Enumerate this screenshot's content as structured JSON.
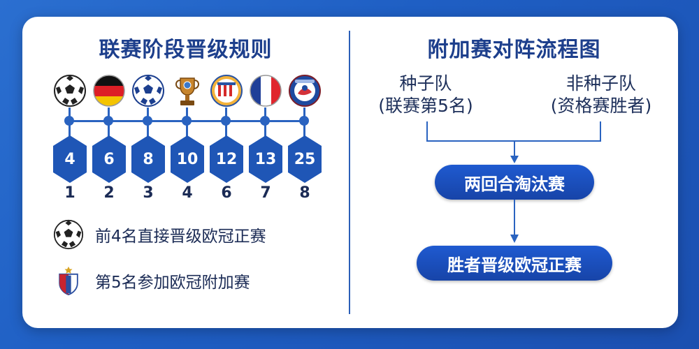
{
  "left_panel": {
    "title": "联赛阶段晋级规则",
    "timeline": [
      {
        "emblem": "soccer-ball-icon",
        "points": "4",
        "rank": "1"
      },
      {
        "emblem": "german-flag-icon",
        "points": "6",
        "rank": "2"
      },
      {
        "emblem": "soccer-ball-blue-icon",
        "points": "8",
        "rank": "3"
      },
      {
        "emblem": "trophy-icon",
        "points": "10",
        "rank": "4"
      },
      {
        "emblem": "striped-club-crest-icon",
        "points": "12",
        "rank": "6"
      },
      {
        "emblem": "french-flag-icon",
        "points": "13",
        "rank": "7"
      },
      {
        "emblem": "blue-club-crest-icon",
        "points": "25",
        "rank": "8"
      }
    ],
    "legend": [
      {
        "icon": "soccer-ball-icon",
        "text": "前4名直接晋级欧冠正赛"
      },
      {
        "icon": "shield-crest-icon",
        "text": "第5名参加欧冠附加赛"
      }
    ]
  },
  "right_panel": {
    "title": "附加赛对阵流程图",
    "seed": {
      "line1": "种子队",
      "line2": "(联赛第5名)"
    },
    "nonseed": {
      "line1": "非种子队",
      "line2": "(资格赛胜者)"
    },
    "step1": "两回合淘汰赛",
    "step2": "胜者晋级欧冠正赛"
  },
  "colors": {
    "background": "#1f5fc4",
    "accent": "#1f56b6",
    "title": "#1d3f8c"
  }
}
